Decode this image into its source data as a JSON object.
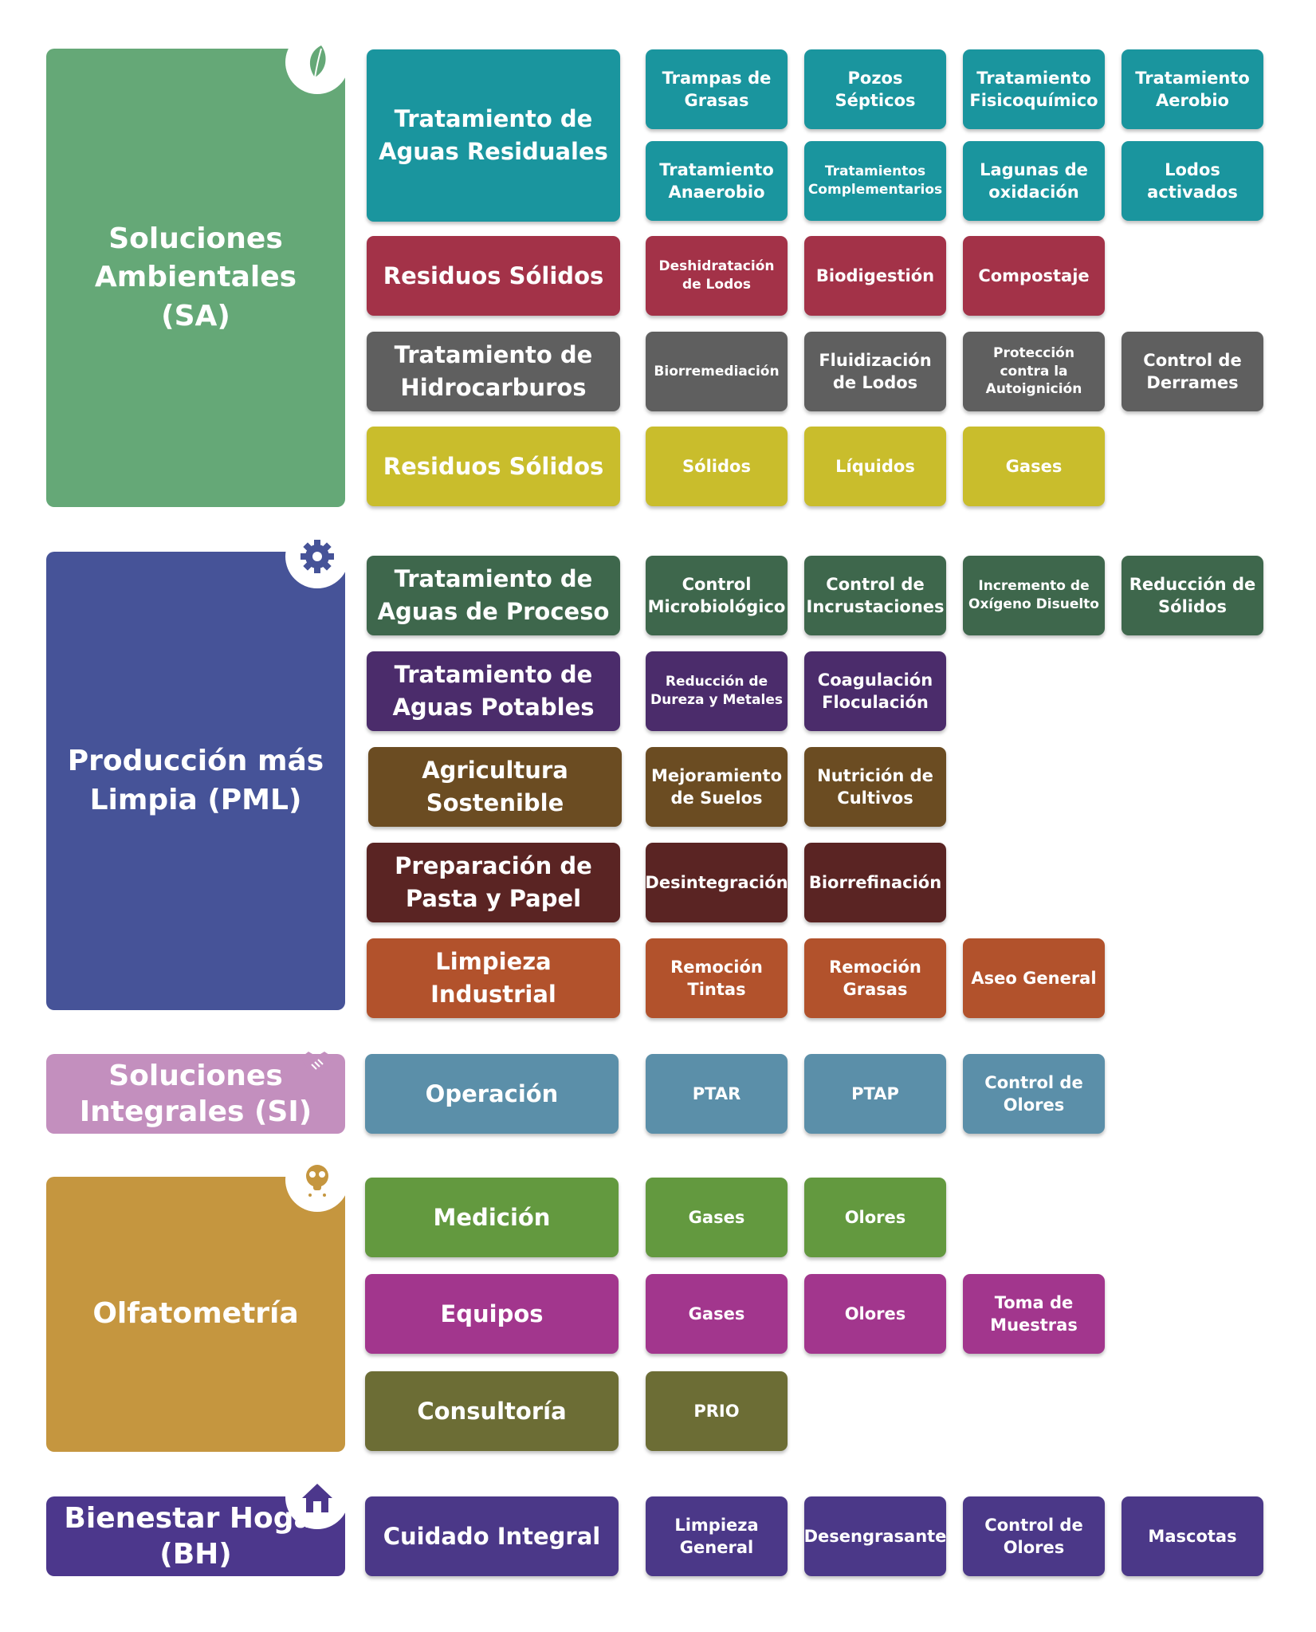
{
  "colors": {
    "sa": "#65a877",
    "pml": "#465398",
    "si": "#c38fbe",
    "olf": "#c5963f",
    "bh": "#4c378c"
  },
  "sections": [
    {
      "name": "Soluciones Ambientales (SA)",
      "icon": "leaf-icon",
      "rows": [
        {
          "label": "Tratamiento de Aguas Residuales",
          "items": [
            "Trampas de Grasas",
            "Pozos Sépticos",
            "Tratamiento Fisicoquímico",
            "Tratamiento Aerobio",
            "Tratamiento Anaerobio",
            "Tratamientos Complementarios",
            "Lagunas de oxidación",
            "Lodos activados"
          ]
        },
        {
          "label": "Residuos Sólidos",
          "items": [
            "Deshidratación de Lodos",
            "Biodigestión",
            "Compostaje"
          ]
        },
        {
          "label": "Tratamiento de Hidrocarburos",
          "items": [
            "Biorremediación",
            "Fluidización de Lodos",
            "Protección contra la Autoignición",
            "Control de Derrames"
          ]
        },
        {
          "label": "Residuos Sólidos",
          "items": [
            "Sólidos",
            "Líquidos",
            "Gases"
          ]
        }
      ]
    },
    {
      "name": "Producción más Limpia (PML)",
      "icon": "gear-icon",
      "rows": [
        {
          "label": "Tratamiento de Aguas de Proceso",
          "items": [
            "Control Microbiológico",
            "Control de Incrustaciones",
            "Incremento de Oxígeno Disuelto",
            "Reducción de Sólidos"
          ]
        },
        {
          "label": "Tratamiento de Aguas Potables",
          "items": [
            "Reducción de Dureza y Metales",
            "Coagulación Floculación"
          ]
        },
        {
          "label": "Agricultura Sostenible",
          "items": [
            "Mejoramiento de Suelos",
            "Nutrición de Cultivos"
          ]
        },
        {
          "label": "Preparación de Pasta y Papel",
          "items": [
            "Desintegración",
            "Biorrefinación"
          ]
        },
        {
          "label": "Limpieza Industrial",
          "items": [
            "Remoción Tintas",
            "Remoción Grasas",
            "Aseo General"
          ]
        }
      ]
    },
    {
      "name": "Soluciones Integrales (SI)",
      "icon": "handshake-icon",
      "rows": [
        {
          "label": "Operación",
          "items": [
            "PTAR",
            "PTAP",
            "Control de Olores"
          ]
        }
      ]
    },
    {
      "name": "Olfatometría",
      "icon": "gas-mask-icon",
      "rows": [
        {
          "label": "Medición",
          "items": [
            "Gases",
            "Olores"
          ]
        },
        {
          "label": "Equipos",
          "items": [
            "Gases",
            "Olores",
            "Toma de Muestras"
          ]
        },
        {
          "label": "Consultoría",
          "items": [
            "PRIO"
          ]
        }
      ]
    },
    {
      "name": "Bienestar Hogar (BH)",
      "icon": "house-icon",
      "rows": [
        {
          "label": "Cuidado Integral",
          "items": [
            "Limpieza General",
            "Desengrasante",
            "Control de Olores",
            "Mascotas"
          ]
        }
      ]
    }
  ]
}
